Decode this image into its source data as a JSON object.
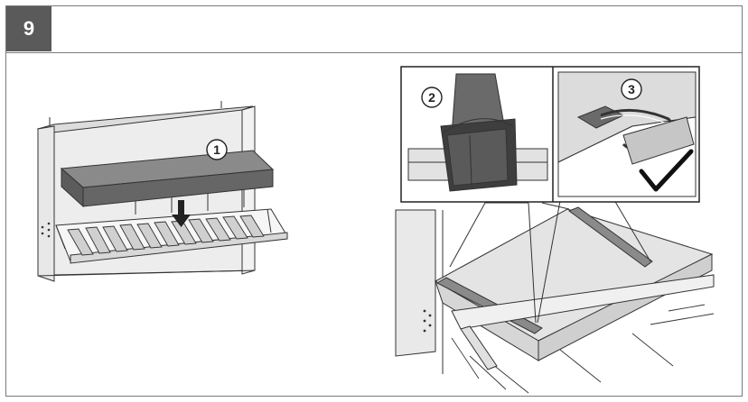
{
  "step": {
    "number": "9"
  },
  "callouts": [
    "1",
    "2",
    "3"
  ],
  "icons": {
    "down_arrow": "down-arrow-icon",
    "check": "checkmark-icon"
  },
  "colors": {
    "badge_bg": "#5a5a5a",
    "badge_text": "#ffffff",
    "mattress": "#6f6f6f",
    "mattress_top": "#8a8a8a",
    "panel": "#e6e6e6",
    "outline": "#333333"
  }
}
